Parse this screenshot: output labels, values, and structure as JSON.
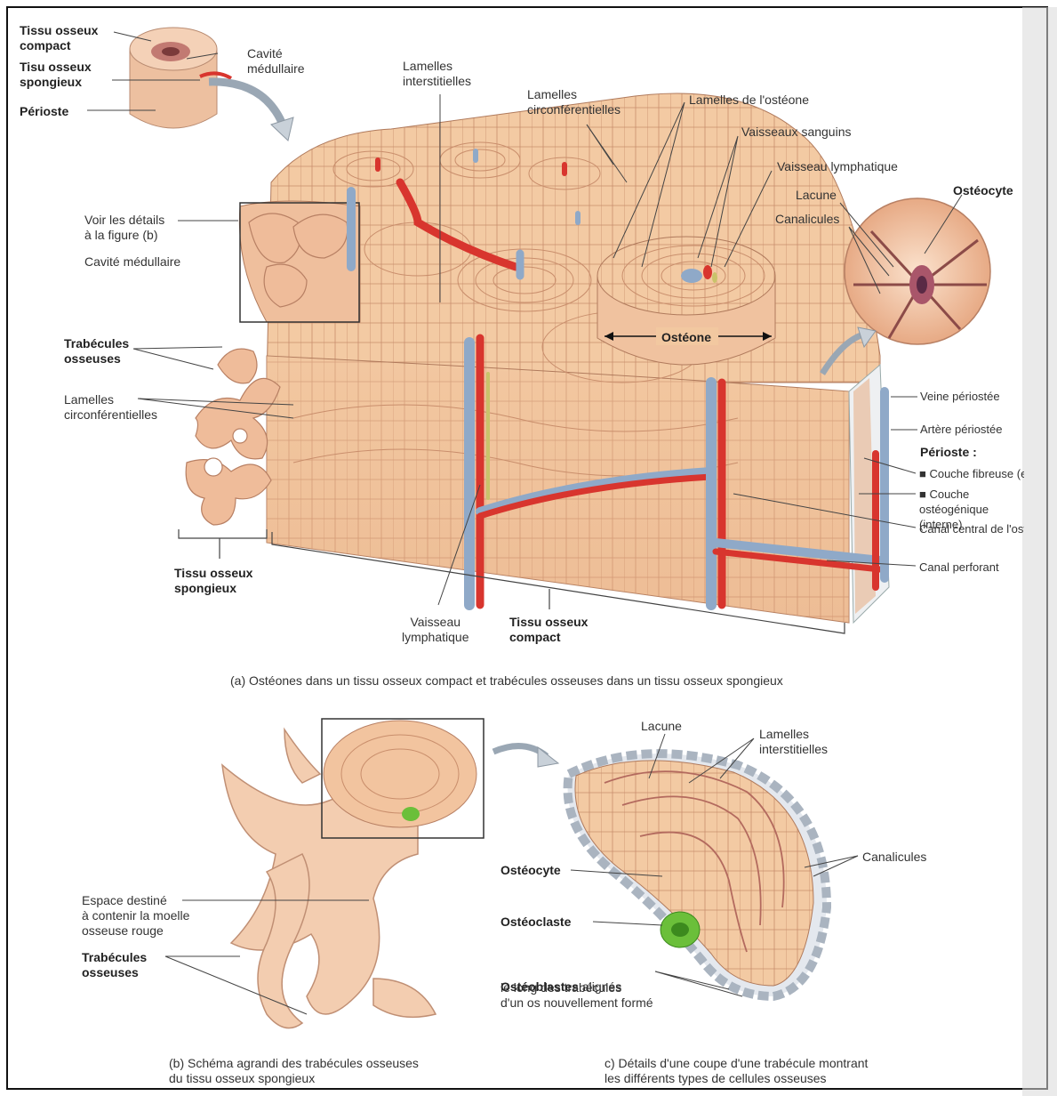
{
  "labels": {
    "compact_tissue_top": "Tissu osseux\ncompact",
    "spongy_tissue_top": "Tisu osseux\nspongieux",
    "periosteum_top": "Périoste",
    "medullary_cavity_top": "Cavité\nmédullaire",
    "interstitial_lamellae": "Lamelles\ninterstitielles",
    "circumferential_lamellae_top": "Lamelles\ncirconférentielles",
    "osteon_lamellae": "Lamelles de l'ostéone",
    "blood_vessels": "Vaisseaux sanguins",
    "lymph_vessel_top": "Vaisseau lymphatique",
    "lacuna_top": "Lacune",
    "canaliculi_top": "Canalicules",
    "osteocyte_top": "Ostéocyte",
    "see_details": "Voir les détails\nà la figure  (b)",
    "medullary_cavity": "Cavité médullaire",
    "trabeculae_left": "Trabécules\nosseuses",
    "circumferential_lamellae_left": "Lamelles\ncirconférentielles",
    "osteon": "Ostéone",
    "periosteal_vein": "Veine périostée",
    "periosteal_artery": "Artère périostée",
    "periosteum_heading": "Périoste :",
    "fibrous_layer": "■ Couche fibreuse (extern",
    "osteogenic_layer": "■ Couche ostéogénique\n(interne)",
    "central_canal": "Canal central de l'ostéon",
    "perforating_canal": "Canal perforant",
    "spongy_bottom": "Tissu osseux\nspongieux",
    "lymph_vessel_bottom": "Vaisseau\nlymphatique",
    "compact_bottom": "Tissu osseux\ncompact",
    "lacuna_c": "Lacune",
    "interstitial_c": "Lamelles\ninterstitielles",
    "canaliculi_c": "Canalicules",
    "osteocyte_c": "Ostéocyte",
    "osteoclast_c": "Ostéoclaste",
    "osteoblasts_bold": "Ostéoblastes",
    "osteoblasts_rest": " alignés",
    "osteoblasts_line2": "le long des trabécules\nd'un os nouvellement formé",
    "marrow_space": "Espace destiné\nà contenir la moelle\nosseuse rouge",
    "trabeculae_b": "Trabécules\nosseuses"
  },
  "captions": {
    "a": "(a) Ostéones dans un tissu osseux compact et trabécules osseuses dans un tissu osseux spongieux",
    "b": "(b) Schéma agrandi des trabécules osseuses\n      du tissu osseux spongieux",
    "c": "c)  Détails d'une coupe d'une trabécule montrant\n      les différents types de cellules osseuses"
  },
  "colors": {
    "bone": "#f2c8a0",
    "bone_dark": "#d99a72",
    "bone_line": "#b97c5e",
    "artery": "#d8352e",
    "vein": "#8fa9c8",
    "lymph": "#c9c36a",
    "osteoclast": "#6bbf3a",
    "osteoblast": "#d7dde4",
    "spongy": "#efc0a0"
  }
}
